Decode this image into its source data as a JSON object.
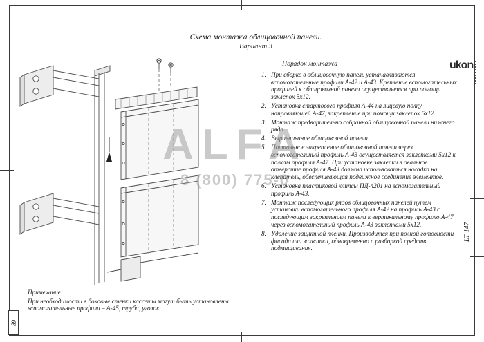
{
  "page": {
    "title_line1": "Схема монтажа облицовочной панели.",
    "title_line2": "Вариант 3",
    "side_label": "LT-147",
    "page_number": "89"
  },
  "logo": {
    "text": "ukon"
  },
  "watermark": {
    "line1": "ALFA",
    "line2": "8 (800) 775-0"
  },
  "instructions": {
    "heading": "Порядок монтажа",
    "items": [
      {
        "num": "1.",
        "text": "При сборке в облицовочную панель устанавливаются вспомогательные профили А-42 и А-43. Крепление вспомогательных профилей к облицовочной панели осуществляется при помощи заклепок 5х12."
      },
      {
        "num": "2.",
        "text": "Установка стартового профиля А-44 на лицевую полку направляющей А-47, закрепление при помощи заклепок 5х12."
      },
      {
        "num": "3.",
        "text": "Монтаж предварительно собранной облицовочной панели нижнего ряда."
      },
      {
        "num": "4.",
        "text": "Выравнивание облицовочной панели."
      },
      {
        "num": "5.",
        "text": "Постоянное закрепление облицовочной панели через вспомогательный профиль А-43 осуществляется заклепками 5х12 к полкам профиля А-47. При установке заклепки в овальное отверстие профиля А-43 должна использоваться насадка на клепатель, обеспечивающая подвижное соединение элементов."
      },
      {
        "num": "6.",
        "text": "Установка пластиковой клипсы ПД-4201 на вспомогательный профиль А-43."
      },
      {
        "num": "7.",
        "text": "Монтаж последующих рядов облицовочных панелей путем установки вспомогательного профиля А-42 на профиль А-43 с последующим закреплением панели к вертикальному профилю А-47 через вспомогательный профиль А-43 заклепками 5х12."
      },
      {
        "num": "8.",
        "text": "Удаление защитной пленки. Производится при полной готовности фасада или захватки, одновременно с разборкой средств подмащивания."
      }
    ]
  },
  "note": {
    "heading": "Примечание:",
    "text": "При необходимости в боковые стенки кассеты могут быть установлены вспомогательные профили – А-45, труба, уголок."
  }
}
